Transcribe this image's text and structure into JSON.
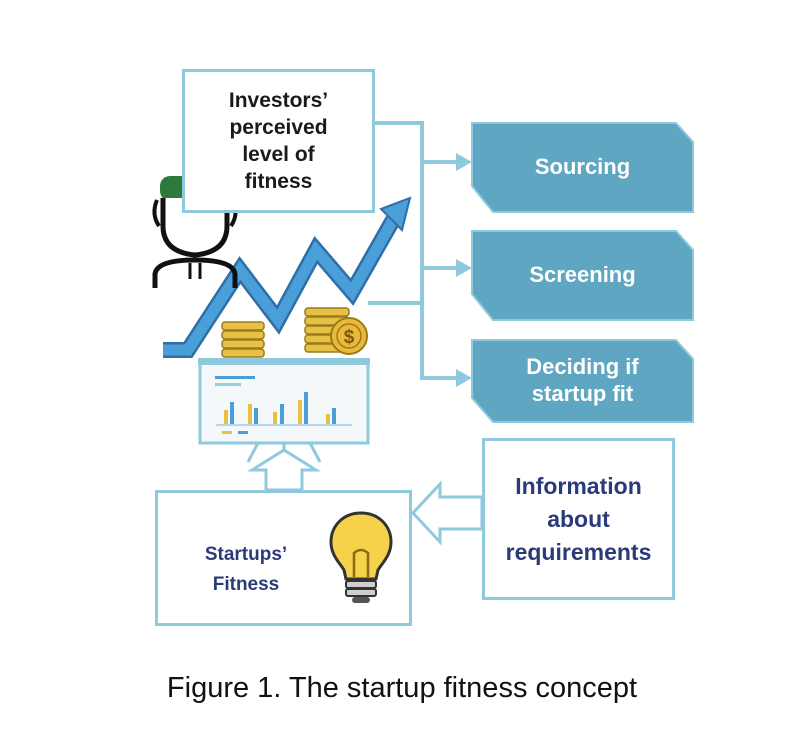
{
  "investors": {
    "lines": [
      "Investors’",
      "perceived",
      "level of",
      "fitness"
    ]
  },
  "stages": [
    {
      "lines": [
        "Sourcing"
      ]
    },
    {
      "lines": [
        "Screening"
      ]
    },
    {
      "lines": [
        "Deciding if",
        "startup fit"
      ]
    }
  ],
  "startups": {
    "lines": [
      "Startups’",
      "Fitness"
    ]
  },
  "info": {
    "lines": [
      "Information",
      "about",
      "requirements"
    ]
  },
  "caption": "Figure 1.  The startup fitness concept",
  "colors": {
    "box_border": "#8fc9de",
    "stage_fill": "#5fa6c2",
    "arrow_blue": "#4b9fd8",
    "coin_gold": "#e6c146",
    "hair_green": "#2f7a3a",
    "label_navy": "#2b3a78"
  }
}
